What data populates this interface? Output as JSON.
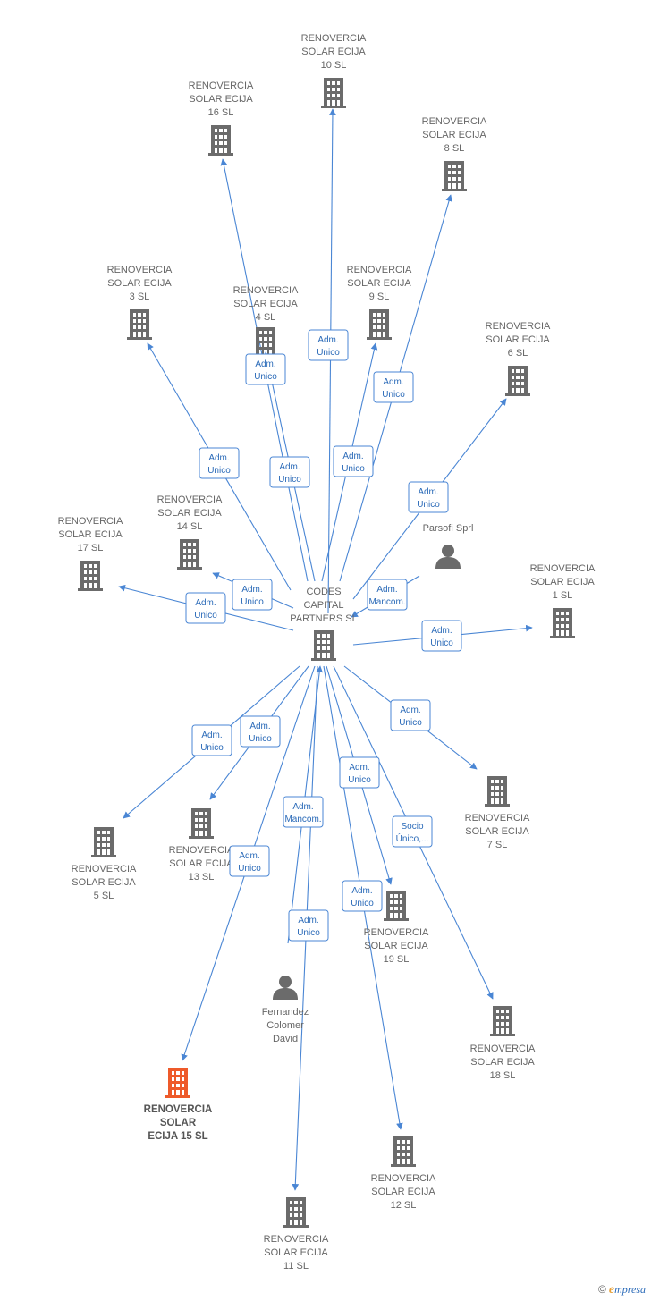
{
  "colors": {
    "edge": "#4a86d4",
    "company": "#6b6b6b",
    "highlight": "#ee5a2a",
    "person": "#6b6b6b"
  },
  "nodes": [
    {
      "id": "codes",
      "type": "company",
      "label": [
        "CODES",
        "CAPITAL",
        "PARTNERS SL"
      ],
      "icon": "building-icon"
    },
    {
      "id": "n10",
      "type": "company",
      "label": [
        "RENOVERCIA",
        "SOLAR ECIJA",
        "10 SL"
      ],
      "icon": "building-icon"
    },
    {
      "id": "n16",
      "type": "company",
      "label": [
        "RENOVERCIA",
        "SOLAR ECIJA",
        "16 SL"
      ],
      "icon": "building-icon"
    },
    {
      "id": "n8",
      "type": "company",
      "label": [
        "RENOVERCIA",
        "SOLAR ECIJA",
        "8 SL"
      ],
      "icon": "building-icon"
    },
    {
      "id": "n3",
      "type": "company",
      "label": [
        "RENOVERCIA",
        "SOLAR ECIJA",
        "3 SL"
      ],
      "icon": "building-icon"
    },
    {
      "id": "n4",
      "type": "company",
      "label": [
        "RENOVERCIA",
        "SOLAR ECIJA",
        "4 SL"
      ],
      "icon": "building-icon"
    },
    {
      "id": "n9",
      "type": "company",
      "label": [
        "RENOVERCIA",
        "SOLAR ECIJA",
        "9 SL"
      ],
      "icon": "building-icon"
    },
    {
      "id": "n6",
      "type": "company",
      "label": [
        "RENOVERCIA",
        "SOLAR ECIJA",
        "6 SL"
      ],
      "icon": "building-icon"
    },
    {
      "id": "n14",
      "type": "company",
      "label": [
        "RENOVERCIA",
        "SOLAR ECIJA",
        "14 SL"
      ],
      "icon": "building-icon"
    },
    {
      "id": "n17",
      "type": "company",
      "label": [
        "RENOVERCIA",
        "SOLAR ECIJA",
        "17 SL"
      ],
      "icon": "building-icon"
    },
    {
      "id": "parsofi",
      "type": "person",
      "label": [
        "Parsofi Sprl"
      ],
      "icon": "person-icon"
    },
    {
      "id": "n1",
      "type": "company",
      "label": [
        "RENOVERCIA",
        "SOLAR ECIJA",
        "1 SL"
      ],
      "icon": "building-icon"
    },
    {
      "id": "n7",
      "type": "company",
      "label": [
        "RENOVERCIA",
        "SOLAR ECIJA",
        "7 SL"
      ],
      "icon": "building-icon"
    },
    {
      "id": "n5",
      "type": "company",
      "label": [
        "RENOVERCIA",
        "SOLAR ECIJA",
        "5 SL"
      ],
      "icon": "building-icon"
    },
    {
      "id": "n13",
      "type": "company",
      "label": [
        "RENOVERCIA",
        "SOLAR ECIJA",
        "13 SL"
      ],
      "icon": "building-icon"
    },
    {
      "id": "n19",
      "type": "company",
      "label": [
        "RENOVERCIA",
        "SOLAR ECIJA",
        "19 SL"
      ],
      "icon": "building-icon"
    },
    {
      "id": "n18",
      "type": "company",
      "label": [
        "RENOVERCIA",
        "SOLAR ECIJA",
        "18 SL"
      ],
      "icon": "building-icon"
    },
    {
      "id": "fernandez",
      "type": "person",
      "label": [
        "Fernandez",
        "Colomer",
        "David"
      ],
      "icon": "person-icon"
    },
    {
      "id": "n15",
      "type": "company",
      "highlight": true,
      "label": [
        "RENOVERCIA",
        "SOLAR",
        "ECIJA 15 SL"
      ],
      "icon": "building-icon"
    },
    {
      "id": "n12",
      "type": "company",
      "label": [
        "RENOVERCIA",
        "SOLAR ECIJA",
        "12 SL"
      ],
      "icon": "building-icon"
    },
    {
      "id": "n11",
      "type": "company",
      "label": [
        "RENOVERCIA",
        "SOLAR ECIJA",
        "11 SL"
      ],
      "icon": "building-icon"
    }
  ],
  "edges": [
    {
      "from": "codes",
      "to": "n10",
      "label": [
        "Adm.",
        "Unico"
      ]
    },
    {
      "from": "codes",
      "to": "n16",
      "label": [
        "Adm.",
        "Unico"
      ]
    },
    {
      "from": "codes",
      "to": "n8",
      "label": [
        "Adm.",
        "Unico"
      ]
    },
    {
      "from": "codes",
      "to": "n3",
      "label": [
        "Adm.",
        "Unico"
      ]
    },
    {
      "from": "codes",
      "to": "n4",
      "label": [
        "Adm.",
        "Unico"
      ]
    },
    {
      "from": "codes",
      "to": "n9",
      "label": [
        "Adm.",
        "Unico"
      ]
    },
    {
      "from": "codes",
      "to": "n6",
      "label": [
        "Adm.",
        "Unico"
      ]
    },
    {
      "from": "codes",
      "to": "n14",
      "label": [
        "Adm.",
        "Unico"
      ]
    },
    {
      "from": "codes",
      "to": "n17",
      "label": [
        "Adm.",
        "Unico"
      ]
    },
    {
      "from": "parsofi",
      "to": "codes",
      "label": [
        "Adm.",
        "Mancom."
      ]
    },
    {
      "from": "codes",
      "to": "n1",
      "label": [
        "Adm.",
        "Unico"
      ]
    },
    {
      "from": "codes",
      "to": "n7",
      "label": [
        "Adm.",
        "Unico"
      ]
    },
    {
      "from": "codes",
      "to": "n5",
      "label": [
        "Adm.",
        "Unico"
      ]
    },
    {
      "from": "codes",
      "to": "n13",
      "label": [
        "Adm.",
        "Unico"
      ]
    },
    {
      "from": "codes",
      "to": "n19",
      "label": [
        "Adm.",
        "Unico"
      ]
    },
    {
      "from": "codes",
      "to": "n18",
      "label": [
        "Socio",
        "Único,..."
      ]
    },
    {
      "from": "fernandez",
      "to": "codes",
      "label": [
        "Adm.",
        "Mancom."
      ]
    },
    {
      "from": "codes",
      "to": "n15",
      "label": [
        "Adm.",
        "Unico"
      ]
    },
    {
      "from": "codes",
      "to": "n12",
      "label": [
        "Adm.",
        "Unico"
      ]
    },
    {
      "from": "codes",
      "to": "n11",
      "label": [
        "Adm.",
        "Unico"
      ]
    }
  ],
  "footer": {
    "copyright": "©",
    "brand_initial": "e",
    "brand_rest": "mpresa"
  }
}
